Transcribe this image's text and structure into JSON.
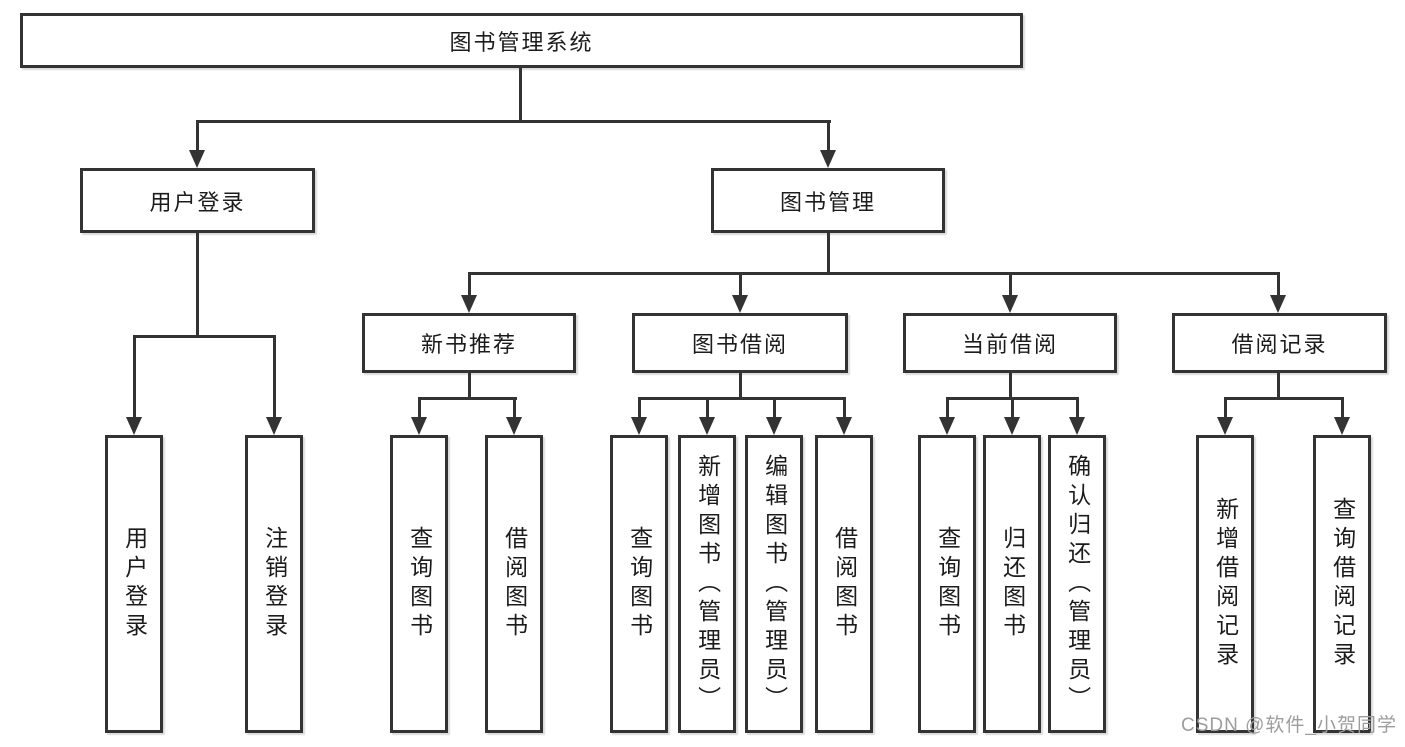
{
  "diagram": {
    "root": {
      "label": "图书管理系统"
    },
    "branches": {
      "user_login": {
        "label": "用户登录",
        "leaves": [
          "用户登录",
          "注销登录"
        ]
      },
      "book_management": {
        "label": "图书管理"
      }
    },
    "groups": {
      "new_books": {
        "label": "新书推荐",
        "leaves": [
          "查询图书",
          "借阅图书"
        ]
      },
      "book_borrowing": {
        "label": "图书借阅",
        "leaves": [
          "查询图书",
          "新增图书（管理员）",
          "编辑图书（管理员）",
          "借阅图书"
        ]
      },
      "current_borrowing": {
        "label": "当前借阅",
        "leaves": [
          "查询图书",
          "归还图书",
          "确认归还（管理员）"
        ]
      },
      "borrowing_records": {
        "label": "借阅记录",
        "leaves": [
          "新增借阅记录",
          "查询借阅记录"
        ]
      }
    }
  },
  "watermark": {
    "text": "CSDN @软件_小贺同学"
  },
  "colors": {
    "line": "#333333",
    "box_border": "#333333",
    "text": "#1c1c1c",
    "watermark": "#9d9d9d",
    "background": "#ffffff"
  }
}
